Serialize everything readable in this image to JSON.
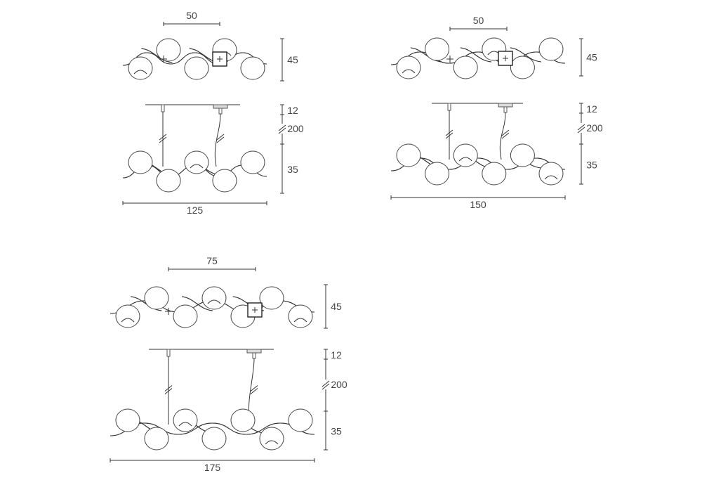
{
  "drawings": [
    {
      "name": "chandelier-125",
      "top_spacing": "50",
      "top_depth": "45",
      "canopy_height": "12",
      "cable_length": "200",
      "body_height": "35",
      "total_width": "125",
      "globes": 5
    },
    {
      "name": "chandelier-150",
      "top_spacing": "50",
      "top_depth": "45",
      "canopy_height": "12",
      "cable_length": "200",
      "body_height": "35",
      "total_width": "150",
      "globes": 6
    },
    {
      "name": "chandelier-175",
      "top_spacing": "75",
      "top_depth": "45",
      "canopy_height": "12",
      "cable_length": "200",
      "body_height": "35",
      "total_width": "175",
      "globes": 7
    }
  ]
}
